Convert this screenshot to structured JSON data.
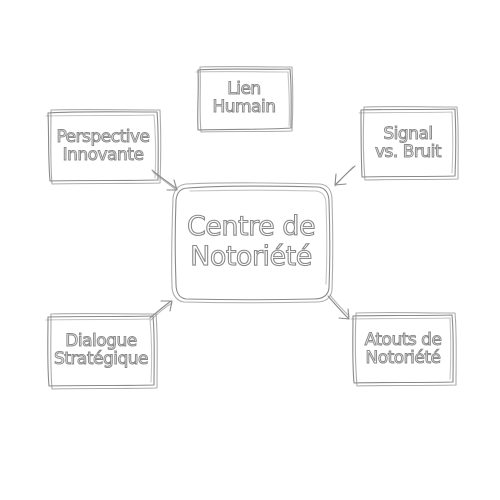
{
  "diagram": {
    "center": {
      "lines": [
        "Centre de",
        "Notoriété"
      ]
    },
    "nodes": {
      "lien_humain": {
        "lines": [
          "Lien",
          "Humain"
        ]
      },
      "perspective": {
        "lines": [
          "Perspective",
          "Innovante"
        ]
      },
      "signal": {
        "lines": [
          "Signal",
          "vs. Bruit"
        ]
      },
      "dialogue": {
        "lines": [
          "Dialogue",
          "Stratégique"
        ]
      },
      "atouts": {
        "lines": [
          "Atouts de",
          "Notoriété"
        ]
      }
    },
    "style": {
      "stroke_color": "#8a8a8a",
      "background": "#ffffff"
    }
  }
}
